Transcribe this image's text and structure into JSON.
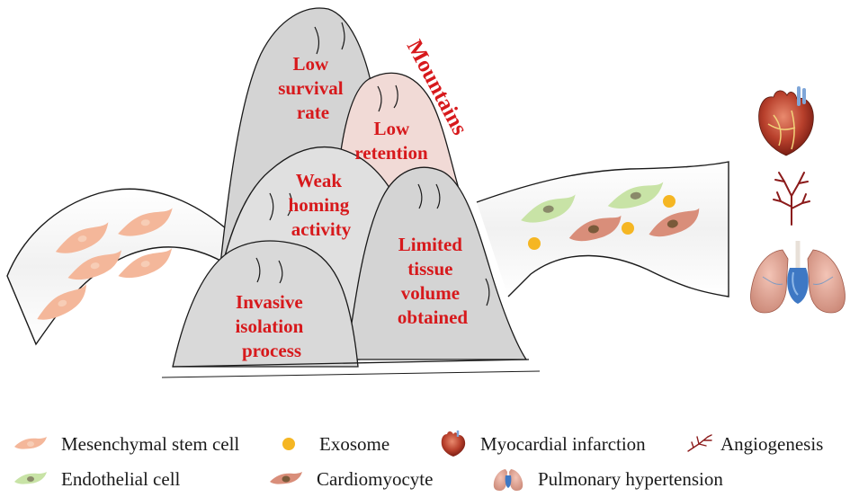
{
  "title": "Mountains",
  "mountains": [
    {
      "id": "low-survival-rate",
      "lines": [
        "Low",
        "survival",
        "rate"
      ]
    },
    {
      "id": "low-retention",
      "lines": [
        "Low",
        "retention"
      ]
    },
    {
      "id": "weak-homing-activity",
      "lines": [
        "Weak",
        "homing",
        "activity"
      ]
    },
    {
      "id": "limited-tissue-volume",
      "lines": [
        "Limited",
        "tissue",
        "volume",
        "obtained"
      ]
    },
    {
      "id": "invasive-isolation-process",
      "lines": [
        "Invasive",
        "isolation",
        "process"
      ]
    }
  ],
  "legend": {
    "row1": [
      {
        "icon": "mesenchymal-stem-cell-icon",
        "label": "Mesenchymal stem cell"
      },
      {
        "icon": "exosome-icon",
        "label": "Exosome"
      },
      {
        "icon": "myocardial-infarction-heart-icon",
        "label": "Myocardial infarction"
      },
      {
        "icon": "angiogenesis-vessel-icon",
        "label": "Angiogenesis"
      }
    ],
    "row2": [
      {
        "icon": "endothelial-cell-icon",
        "label": "Endothelial cell"
      },
      {
        "icon": "cardiomyocyte-icon",
        "label": "Cardiomyocyte"
      },
      {
        "icon": "pulmonary-hypertension-lung-icon",
        "label": "Pulmonary hypertension"
      }
    ]
  },
  "colors": {
    "text_red": "#d7191c",
    "msc_fill": "#f4b79a",
    "endothelial_fill": "#c8e3a6",
    "cardiomyocyte_fill": "#d98e7a",
    "exosome_fill": "#f5b623",
    "mountain_fill": "#d9d9d9",
    "retention_fill": "#f1dad6"
  }
}
